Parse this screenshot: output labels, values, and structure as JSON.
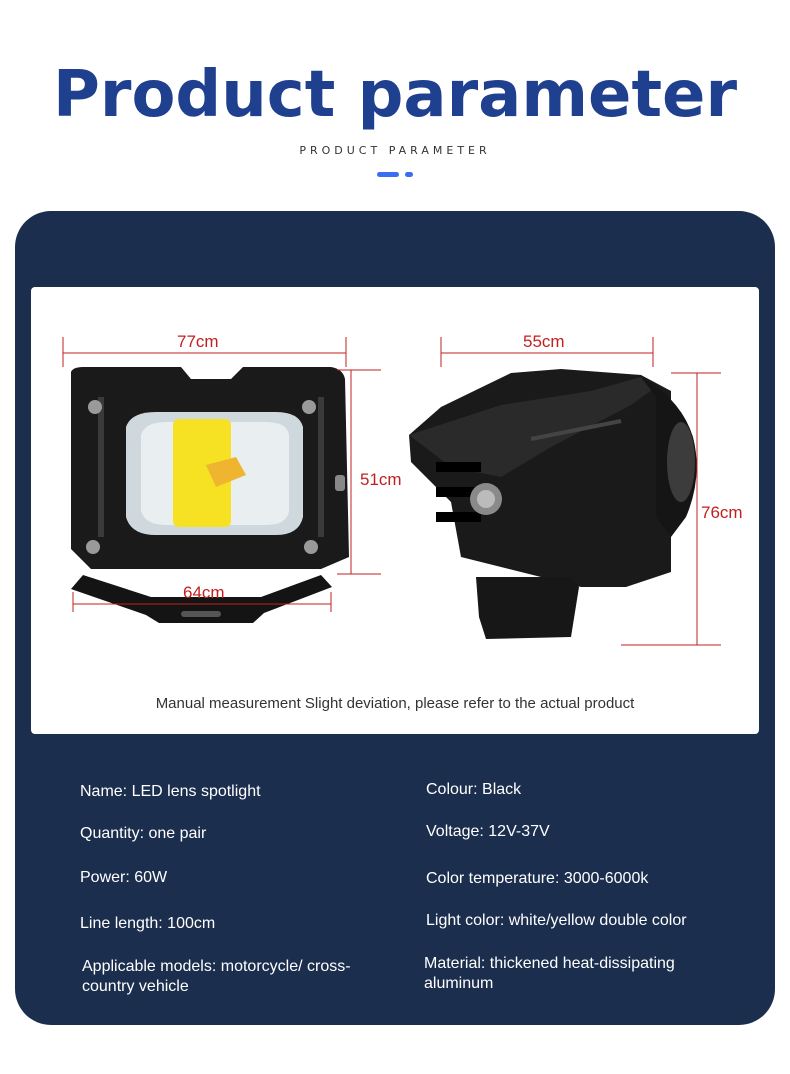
{
  "header": {
    "title": "Product parameter",
    "subtitle": "PRODUCT PARAMETER"
  },
  "colors": {
    "title": "#1f3f8f",
    "accent": "#3a6df0",
    "panel": "#1b2e4d",
    "dimension_line": "#c22020"
  },
  "dimensions": {
    "front_width": "77cm",
    "front_height": "51cm",
    "bracket_width": "64cm",
    "side_width": "55cm",
    "side_height": "76cm"
  },
  "note": "Manual measurement Slight deviation, please refer to the actual product",
  "specs": {
    "left": [
      "Name: LED lens spotlight",
      "Quantity: one pair",
      "Power: 60W",
      "Line length: 100cm",
      "Applicable models: motorcycle/ cross-country vehicle"
    ],
    "right": [
      "Colour: Black",
      "Voltage: 12V-37V",
      "Color temperature: 3000-6000k",
      "Light color: white/yellow double color",
      "Material: thickened heat-dissipating aluminum"
    ]
  }
}
